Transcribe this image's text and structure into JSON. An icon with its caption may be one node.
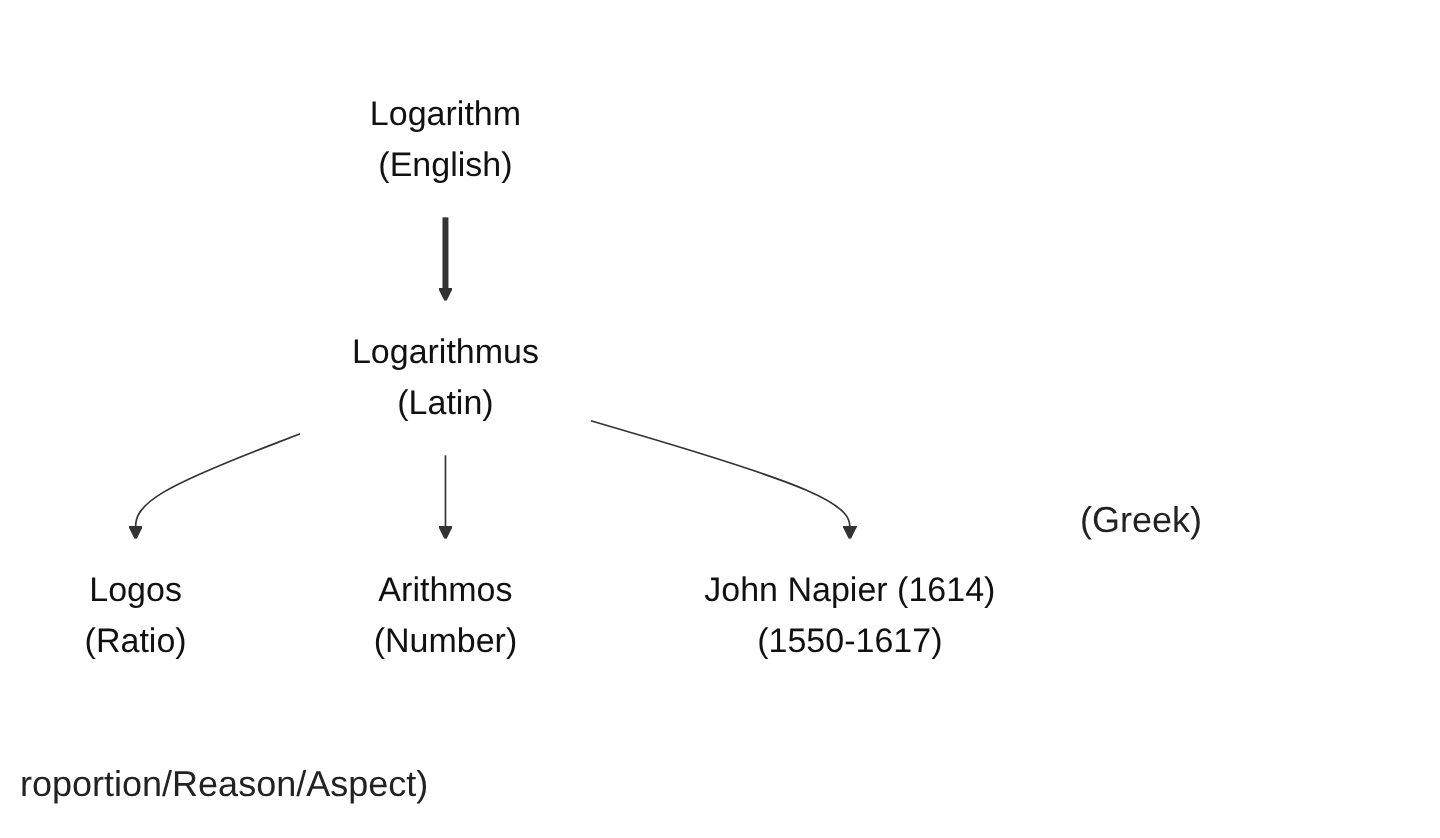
{
  "diagram": {
    "nodes": [
      {
        "text": [
          "Logarithm",
          "(English)"
        ]
      },
      {
        "text": [
          "Logarithmus",
          "(Latin)"
        ]
      },
      {
        "text": [
          "Logos",
          "(Ratio)"
        ]
      },
      {
        "text": [
          "Arithmos",
          "(Number)"
        ]
      },
      {
        "text": [
          "John Napier (1614)",
          "(1550-1617)"
        ]
      }
    ],
    "edges": [
      {
        "from": 0,
        "to": 1,
        "arrow": "to",
        "style": "thick"
      },
      {
        "from": 1,
        "to": 2,
        "arrow": "to"
      },
      {
        "from": 1,
        "to": 3,
        "arrow": "to"
      },
      {
        "from": 1,
        "to": 4,
        "arrow": "to"
      }
    ],
    "labels": [
      "(Greek)",
      "roportion/Reason/Aspect)"
    ]
  }
}
